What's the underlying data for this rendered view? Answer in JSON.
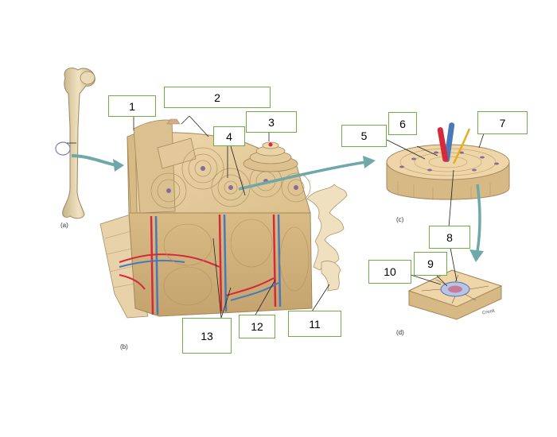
{
  "diagram": {
    "number_labels": [
      "1",
      "2",
      "3",
      "4",
      "5",
      "6",
      "7",
      "8",
      "9",
      "10",
      "11",
      "12",
      "13"
    ],
    "panel_labels": {
      "a": "(a)",
      "b": "(b)",
      "c": "(c)",
      "d": "(d)"
    },
    "artist_credit": "Creek",
    "colors": {
      "label_border": "#70ad47",
      "bone": "#e8cfa0",
      "bone_shade": "#d2b27a",
      "bone_dark": "#b8965e",
      "artery": "#d42a3a",
      "vein": "#4a78b8",
      "arrow": "#6fa8a8",
      "leader_line": "#222222",
      "osteocyte": "#8a6a9a"
    }
  }
}
